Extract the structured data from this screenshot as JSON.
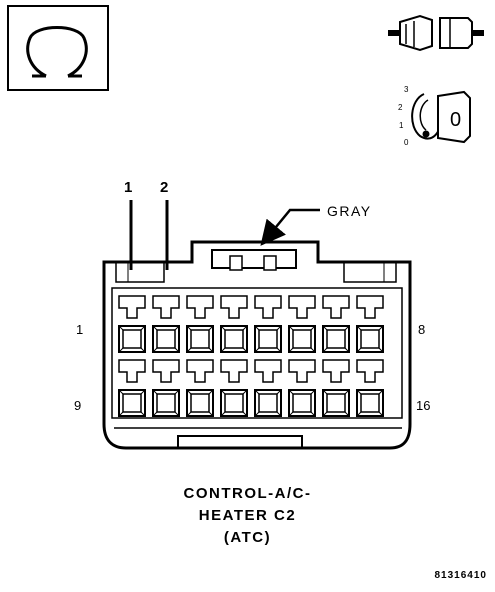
{
  "diagram": {
    "pin_callouts": [
      "1",
      "2"
    ],
    "color_label": "GRAY",
    "row_labels": {
      "top_left": "1",
      "top_right": "8",
      "bottom_left": "9",
      "bottom_right": "16"
    },
    "title_lines": [
      "CONTROL-A/C-",
      "HEATER C2",
      "(ATC)"
    ],
    "figure_code": "81316410",
    "ignition_positions": [
      "3",
      "2",
      "1",
      "0"
    ],
    "ignition_key_glyph": "0"
  }
}
